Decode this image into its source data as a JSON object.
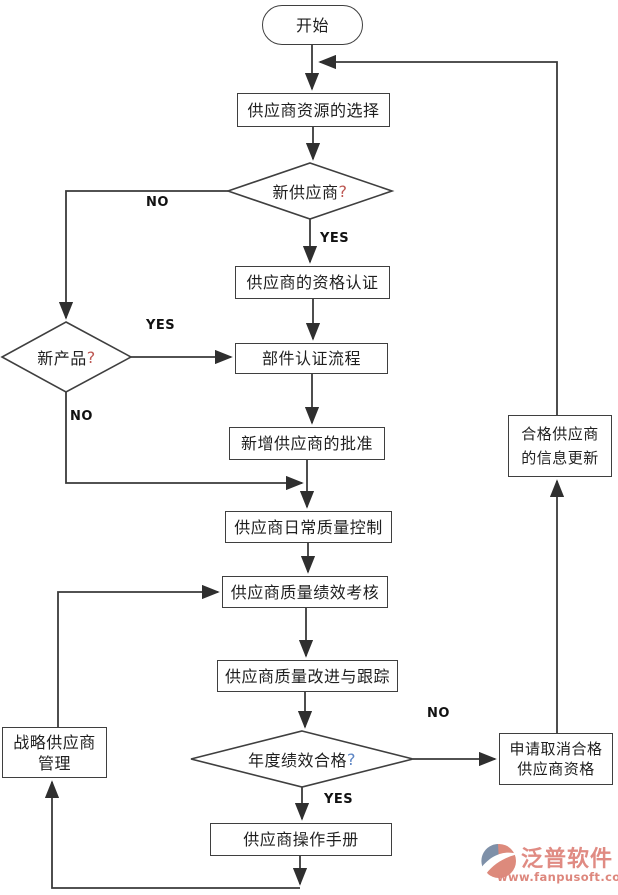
{
  "nodes": {
    "start": {
      "label": "开始"
    },
    "select": {
      "label": "供应商资源的选择"
    },
    "new_supplier_q": {
      "label": "新供应商",
      "qmark": "?",
      "qmark_color": "#bd5853"
    },
    "qualification": {
      "label": "供应商的资格认证"
    },
    "new_product_q": {
      "label": "新产品",
      "qmark": "?",
      "qmark_color": "#bd5853"
    },
    "component": {
      "label": "部件认证流程"
    },
    "approval": {
      "label": "新增供应商的批准"
    },
    "daily": {
      "label": "供应商日常质量控制"
    },
    "performance": {
      "label": "供应商质量绩效考核"
    },
    "improvement": {
      "label": "供应商质量改进与跟踪"
    },
    "annual_q": {
      "label": "年度绩效合格",
      "qmark": "?",
      "qmark_color": "#5b84c4"
    },
    "manual": {
      "label": "供应商操作手册"
    },
    "strategic": {
      "line1": "战略供应商",
      "line2": "管理"
    },
    "cancel": {
      "line1": "申请取消合格",
      "line2": "供应商资格"
    },
    "update": {
      "line1": "合格供应商",
      "line2": "的信息更新"
    }
  },
  "edge_labels": {
    "no_new_supplier": "NO",
    "yes_new_supplier": "YES",
    "yes_new_product": "YES",
    "no_new_product": "NO",
    "no_annual": "NO",
    "yes_annual": "YES"
  },
  "logo": {
    "brand": "泛普软件",
    "url": "www.fanpusoft.com",
    "accent_color": "#e08b83"
  },
  "colors": {
    "line": "#3a3a3a",
    "node_border": "#3f3f3f",
    "text": "#1f1f1f"
  }
}
